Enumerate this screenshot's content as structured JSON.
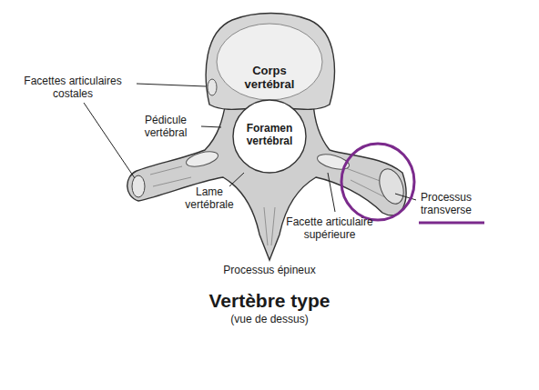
{
  "diagram": {
    "title": "Vertèbre type",
    "caption": "(vue de dessus)",
    "labels": [
      "Facettes articulaires costales",
      "Corps vertébral",
      "Pédicule vertébral",
      "Foramen vertébral",
      "Lame vertébrale",
      "Processus transverse",
      "Facette articulaire supérieure",
      "Processus épineux"
    ]
  }
}
